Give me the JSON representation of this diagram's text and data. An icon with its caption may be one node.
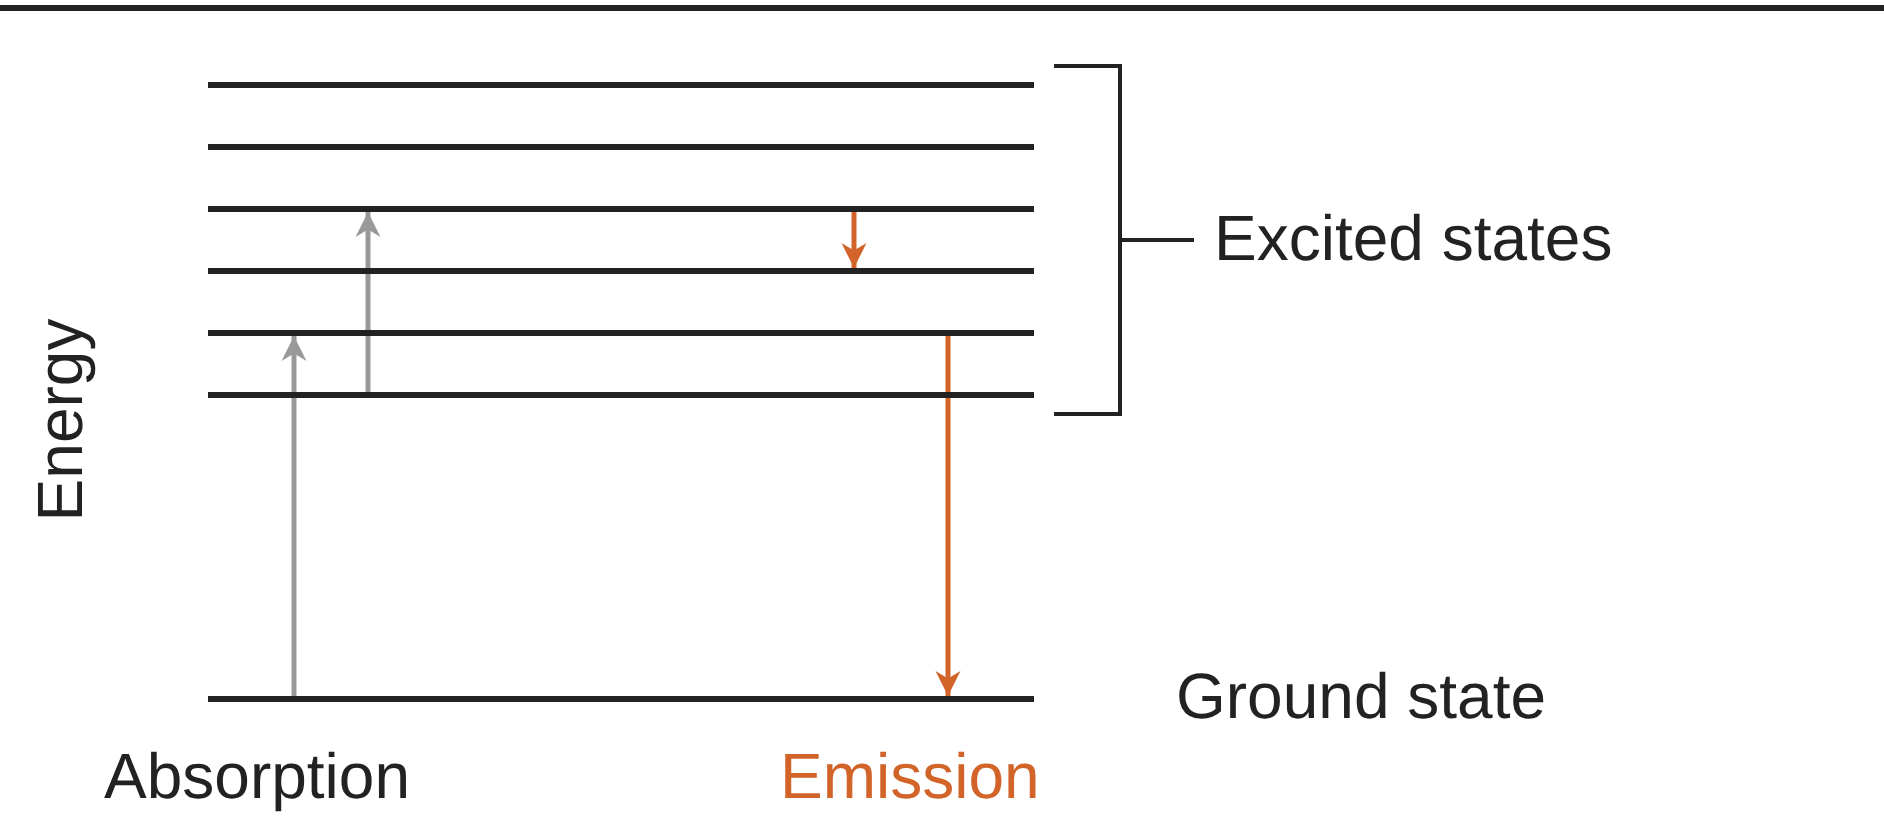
{
  "diagram": {
    "nodes": [
      {
        "text": [],
        "shape": "bar"
      },
      {
        "text": [],
        "shape": "bar"
      },
      {
        "text": [],
        "shape": "bar"
      },
      {
        "text": [],
        "shape": "bar"
      },
      {
        "text": [],
        "shape": "bar"
      },
      {
        "text": [],
        "shape": "bar"
      },
      {
        "text": [],
        "shape": "bar",
        "beside": [
          "Ground state"
        ]
      }
    ],
    "edges": [
      {
        "from": 6,
        "to": 4,
        "arrow": "to",
        "color": "#999999"
      },
      {
        "from": 5,
        "to": 2,
        "arrow": "to",
        "color": "#999999"
      },
      {
        "from": 2,
        "to": 3,
        "arrow": "to",
        "color": "#d2642a"
      },
      {
        "from": 4,
        "to": 6,
        "arrow": "to",
        "color": "#d2642a"
      }
    ],
    "labels": [
      "Excited states",
      "Energy",
      "Absorption",
      "Emission"
    ]
  }
}
